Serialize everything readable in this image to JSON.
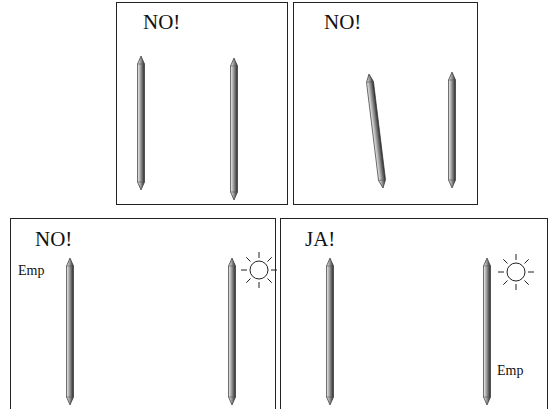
{
  "diagram": {
    "nodes": [
      {
        "text": [
          "NO!"
        ]
      },
      {
        "text": [
          "NO!"
        ]
      },
      {
        "text": [
          "NO!",
          "Emp"
        ]
      },
      {
        "text": [
          "JA!",
          "Emp"
        ]
      }
    ]
  }
}
